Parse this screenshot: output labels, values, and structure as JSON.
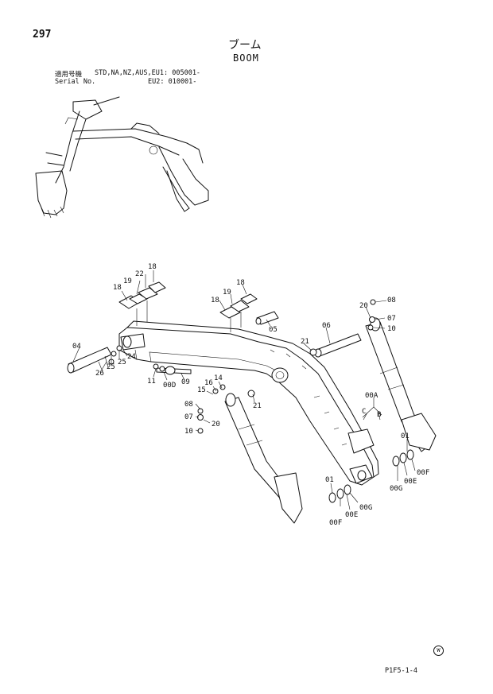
{
  "header": {
    "page_number": "297",
    "title_jp": "ブーム",
    "title_en": "BOOM",
    "applicable_label": "適用号機",
    "applicable_models": "STD,NA,NZ,AUS,EU1: 005001-",
    "serial_label": "Serial No.",
    "serial_values": "EU2: 010001-"
  },
  "footer": {
    "figure_code": "P1F5-1-4",
    "mark": "W"
  },
  "callouts": {
    "c18a": "18",
    "c19a": "19",
    "c22": "22",
    "c18b": "18",
    "c18c": "18",
    "c19b": "19",
    "c18d": "18",
    "c05": "05",
    "c04": "04",
    "c26": "26",
    "c25": "25",
    "c24": "24",
    "c11": "11",
    "c00d": "00D",
    "c09": "09",
    "c14": "14",
    "c16": "16",
    "c15": "15",
    "c21a": "21",
    "c06": "06",
    "c21b": "21",
    "c20a": "20",
    "c08a": "08",
    "c07a": "07",
    "c10a": "10",
    "c08b": "08",
    "c07b": "07",
    "c20b": "20",
    "c10b": "10",
    "c00a": "00A",
    "cC": "C",
    "cB": "B",
    "c01a": "01",
    "c00g_r": "00G",
    "c00e_r": "00E",
    "c00f_r": "00F",
    "c01b": "01",
    "c00g_l": "00G",
    "c00e_l": "00E",
    "c00f_l": "00F"
  }
}
